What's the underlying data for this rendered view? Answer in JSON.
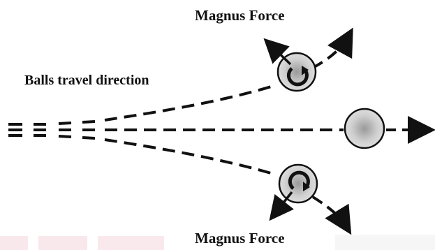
{
  "labels": {
    "magnus_force_top": "Magnus Force",
    "magnus_force_bottom": "Magnus Force",
    "travel_direction": "Balls travel direction"
  },
  "colors": {
    "line": "#111111",
    "ball_fill": "#d6d6d6",
    "ball_center": "#9a9a9a",
    "watermark": "#f4d7dc"
  },
  "icons": {
    "top_ball_spin": "clockwise-spin-arrow-icon",
    "bottom_ball_spin": "counterclockwise-spin-arrow-icon",
    "force_arrow": "arrow-icon"
  }
}
